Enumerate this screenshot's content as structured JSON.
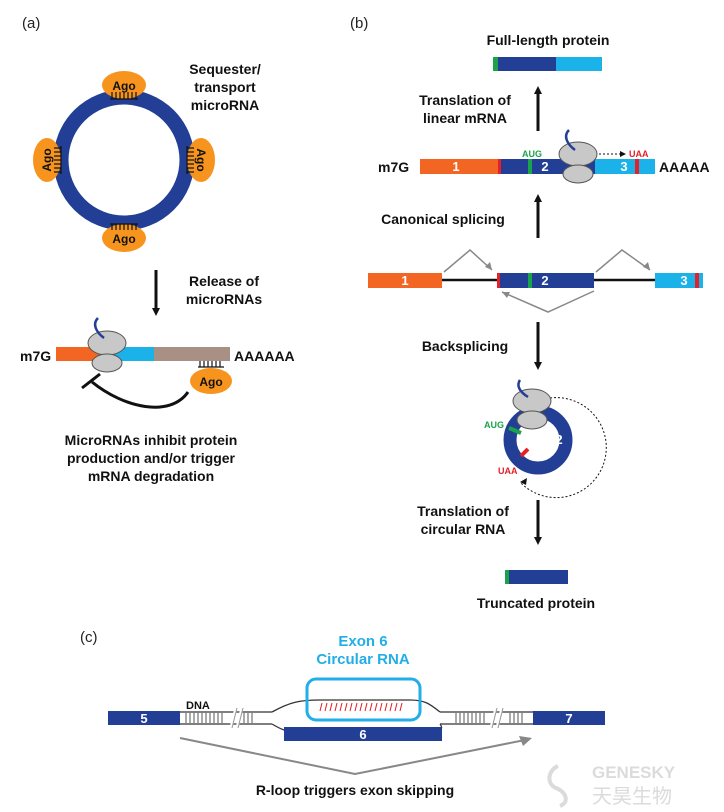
{
  "colors": {
    "exon_orange": "#f26522",
    "exon_dark_blue": "#233f95",
    "exon_light_blue": "#1ab2e8",
    "exon_brown": "#a89084",
    "ago_orange": "#f7941d",
    "start_green": "#1aa34a",
    "stop_red": "#e52028",
    "ribosome_gray": "#c8c8c8",
    "circ_highlight": "#22aee6"
  },
  "panel_a": {
    "label": "(a)",
    "ago": "Ago",
    "sequester_text": [
      "Sequester/",
      "transport",
      "microRNA"
    ],
    "release_text": [
      "Release of",
      "microRNAs"
    ],
    "cap": "m7G",
    "polya": "AAAAAA",
    "effect_text": [
      "MicroRNAs inhibit protein",
      "production and/or trigger",
      "mRNA degradation"
    ]
  },
  "panel_b": {
    "label": "(b)",
    "full_protein": "Full-length protein",
    "translation_linear": [
      "Translation of",
      "linear mRNA"
    ],
    "cap": "m7G",
    "polya": "AAAAA",
    "aug": "AUG",
    "uaa": "UAA",
    "exon1": "1",
    "exon2": "2",
    "exon3": "3",
    "canonical": "Canonical splicing",
    "backsplicing": "Backsplicing",
    "translation_circular": [
      "Translation of",
      "circular RNA"
    ],
    "truncated": "Truncated protein"
  },
  "panel_c": {
    "label": "(c)",
    "circ_title": [
      "Exon 6",
      "Circular RNA"
    ],
    "dna": "DNA",
    "exon5": "5",
    "exon6": "6",
    "exon7": "7",
    "rloop": "R-loop triggers exon skipping"
  },
  "watermark": {
    "latin": "GENESKY",
    "cjk": "天昊生物"
  }
}
